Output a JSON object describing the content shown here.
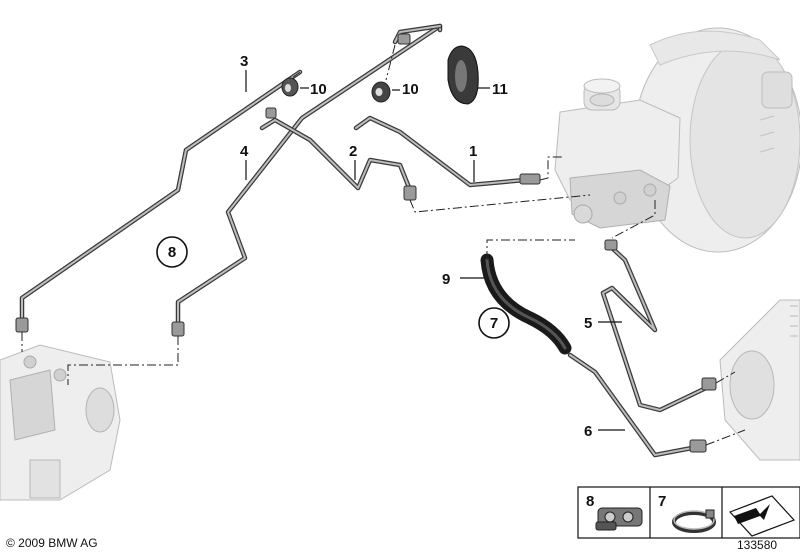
{
  "callouts": [
    "1",
    "2",
    "3",
    "4",
    "5",
    "6",
    "9",
    "10",
    "10",
    "11"
  ],
  "circled_callouts": [
    "8",
    "7"
  ],
  "legend": {
    "item_a": "8",
    "item_b": "7"
  },
  "copyright": "© 2009 BMW AG",
  "image_number": "133580"
}
